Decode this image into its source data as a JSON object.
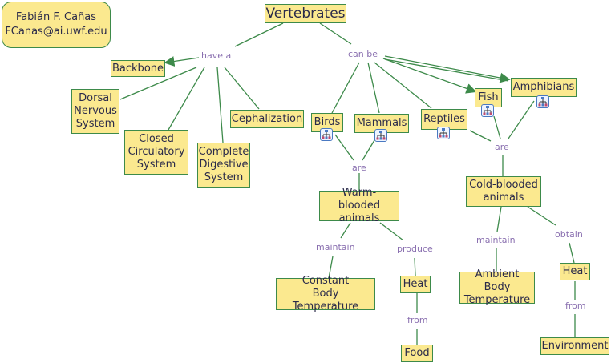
{
  "author": {
    "name": "Fabián F. Cañas",
    "email": "FCanas@ai.uwf.edu"
  },
  "colors": {
    "concept_fill": "#fbe98f",
    "concept_border": "#3d8a4a",
    "link_line": "#3d8a4a",
    "link_label": "#8a70b0"
  },
  "concepts": {
    "vertebrates": "Vertebrates",
    "backbone": "Backbone",
    "dorsal": "Dorsal\nNervous\nSystem",
    "closed": "Closed\nCirculatory\nSystem",
    "complete": "Complete\nDigestive\nSystem",
    "cephalization": "Cephalization",
    "birds": "Birds",
    "mammals": "Mammals",
    "reptiles": "Reptiles",
    "fish": "Fish",
    "amphibians": "Amphibians",
    "warm": "Warm-blooded\nanimals",
    "cold": "Cold-blooded\nanimals",
    "constant": "Constant\nBody Temperature",
    "heat_warm": "Heat",
    "food": "Food",
    "ambient": "Ambient Body\nTemperature",
    "heat_cold": "Heat",
    "environment": "Environment"
  },
  "links": {
    "have_a": "have a",
    "can_be": "can be",
    "are_warm": "are",
    "are_cold": "are",
    "maintain_warm": "maintain",
    "produce": "produce",
    "from_food": "from",
    "maintain_cold": "maintain",
    "obtain": "obtain",
    "from_env": "from"
  },
  "submap_icon": "concept-map-link-icon"
}
